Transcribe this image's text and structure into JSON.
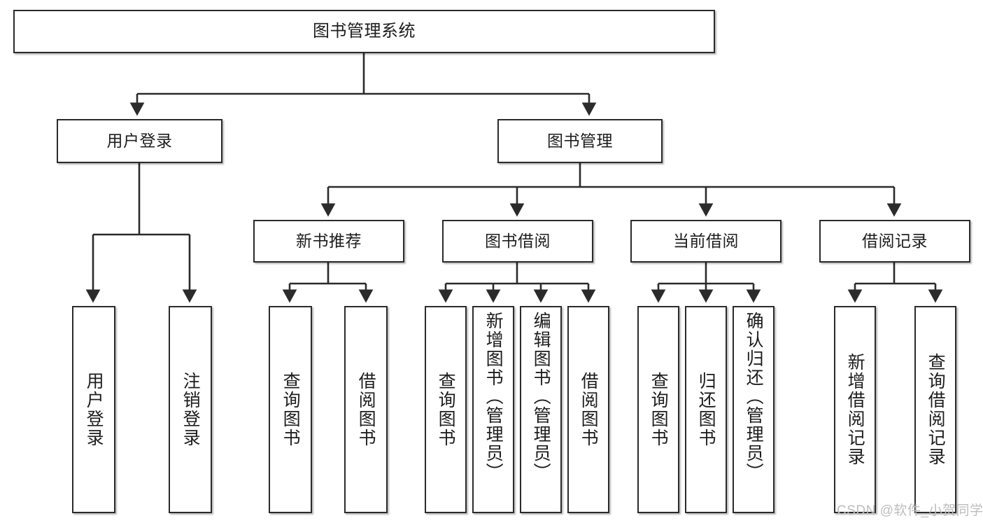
{
  "diagram": {
    "type": "tree-hierarchy",
    "title": "图书管理系统",
    "background_color": "#ffffff",
    "node_border_color": "#2b2b2b",
    "node_fill_color": "#ffffff",
    "connector_color": "#2b2b2b",
    "text_color": "#1d1d1d"
  },
  "nodes": {
    "root": {
      "label": "图书管理系统"
    },
    "level2": [
      {
        "id": "user-login",
        "label": "用户登录"
      },
      {
        "id": "book-manage",
        "label": "图书管理"
      }
    ],
    "level3": [
      {
        "id": "new-book-recommend",
        "label": "新书推荐"
      },
      {
        "id": "book-borrow",
        "label": "图书借阅"
      },
      {
        "id": "current-borrow",
        "label": "当前借阅"
      },
      {
        "id": "borrow-record",
        "label": "借阅记录"
      }
    ],
    "leaves": {
      "user-login": [
        {
          "id": "leaf-user-login",
          "label": "用户登录"
        },
        {
          "id": "leaf-user-logout",
          "label": "注销登录"
        }
      ],
      "new-book-recommend": [
        {
          "id": "leaf-query-book-1",
          "label": "查询图书"
        },
        {
          "id": "leaf-borrow-book-1",
          "label": "借阅图书"
        }
      ],
      "book-borrow": [
        {
          "id": "leaf-query-book-2",
          "label": "查询图书"
        },
        {
          "id": "leaf-add-book",
          "label": "新增图书（管理员）"
        },
        {
          "id": "leaf-edit-book",
          "label": "编辑图书（管理员）"
        },
        {
          "id": "leaf-borrow-book-2",
          "label": "借阅图书"
        }
      ],
      "current-borrow": [
        {
          "id": "leaf-query-book-3",
          "label": "查询图书"
        },
        {
          "id": "leaf-return-book",
          "label": "归还图书"
        },
        {
          "id": "leaf-confirm-return",
          "label": "确认归还（管理员）"
        }
      ],
      "borrow-record": [
        {
          "id": "leaf-add-record",
          "label": "新增借阅记录"
        },
        {
          "id": "leaf-query-record",
          "label": "查询借阅记录"
        }
      ]
    }
  },
  "watermark": {
    "text": "CSDN @软件_小贺同学",
    "color": "#bdbdbd"
  }
}
